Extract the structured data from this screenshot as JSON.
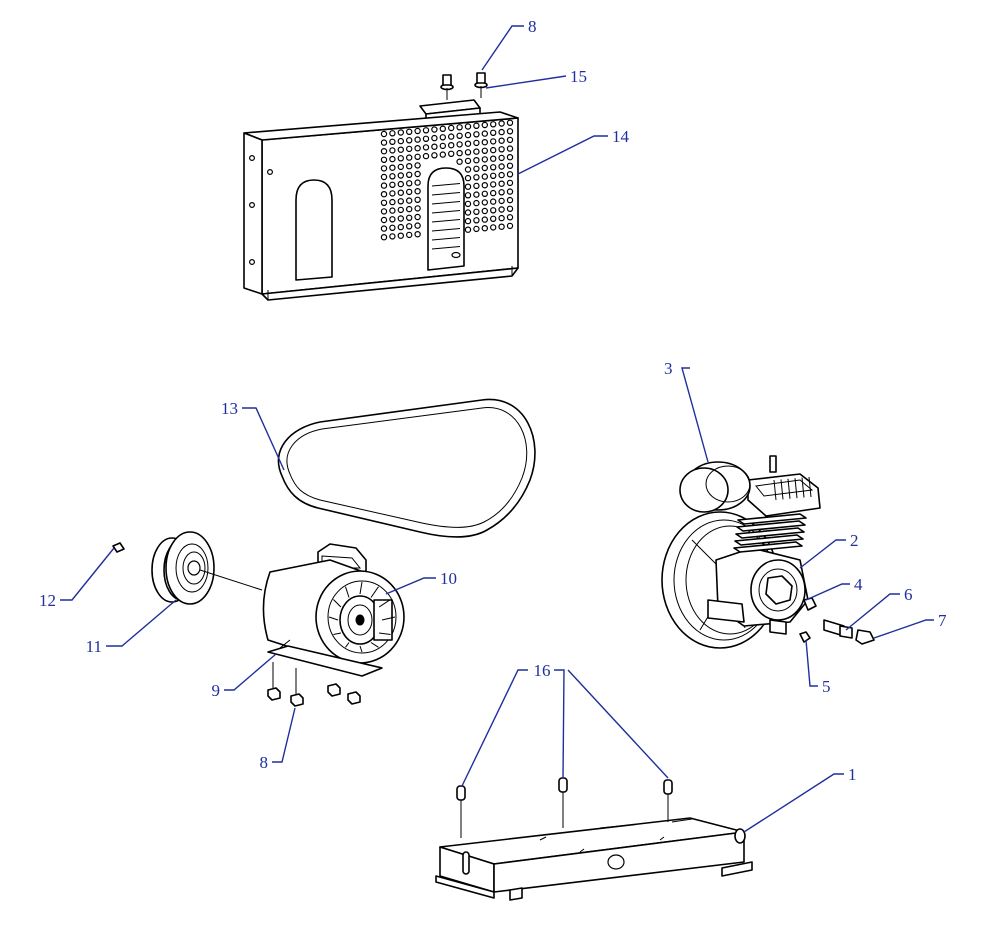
{
  "colors": {
    "callout": "#1f2f9c",
    "line": "#000000",
    "background": "#ffffff"
  },
  "callouts": [
    {
      "id": "c8a",
      "label": "8"
    },
    {
      "id": "c15",
      "label": "15"
    },
    {
      "id": "c14",
      "label": "14"
    },
    {
      "id": "c3",
      "label": "3"
    },
    {
      "id": "c13",
      "label": "13"
    },
    {
      "id": "c2",
      "label": "2"
    },
    {
      "id": "c4",
      "label": "4"
    },
    {
      "id": "c6",
      "label": "6"
    },
    {
      "id": "c7",
      "label": "7"
    },
    {
      "id": "c5",
      "label": "5"
    },
    {
      "id": "c10",
      "label": "10"
    },
    {
      "id": "c12",
      "label": "12"
    },
    {
      "id": "c11",
      "label": "11"
    },
    {
      "id": "c9",
      "label": "9"
    },
    {
      "id": "c8b",
      "label": "8"
    },
    {
      "id": "c16",
      "label": "16"
    },
    {
      "id": "c1",
      "label": "1"
    }
  ]
}
